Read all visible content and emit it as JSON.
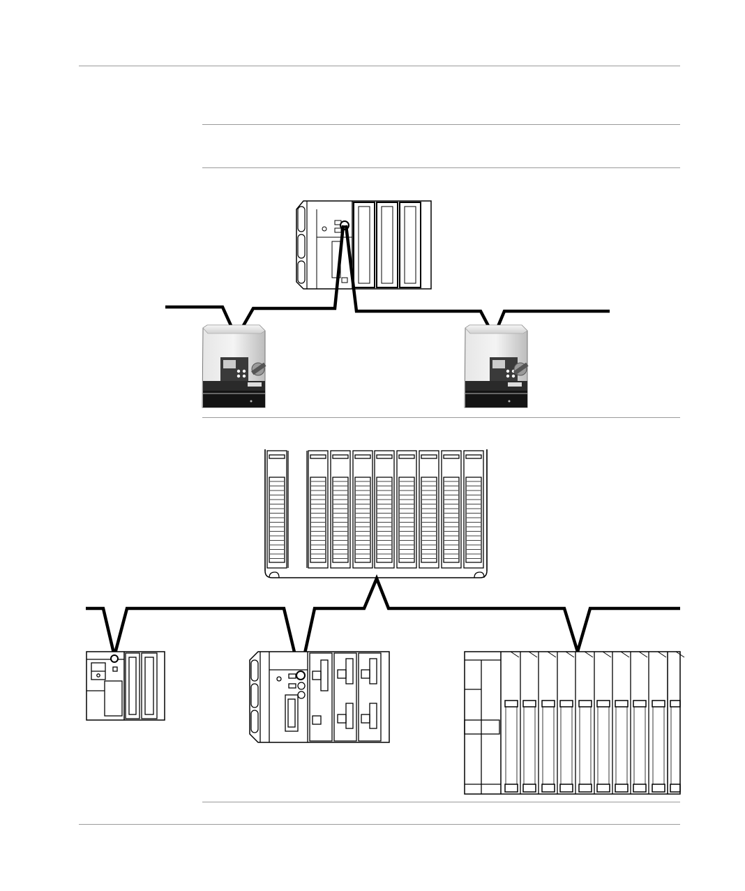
{
  "page": {
    "background": "#ffffff",
    "rule_color": "#9a9a9a",
    "cable_color": "#000000"
  },
  "figure1": {
    "controller": "modular-plc-rack",
    "devices": [
      "variable-speed-drive",
      "variable-speed-drive"
    ]
  },
  "figure2": {
    "controller": "io-rack",
    "devices": [
      "compact-plc-rack",
      "modular-plc-rack",
      "io-rack-wide"
    ]
  }
}
